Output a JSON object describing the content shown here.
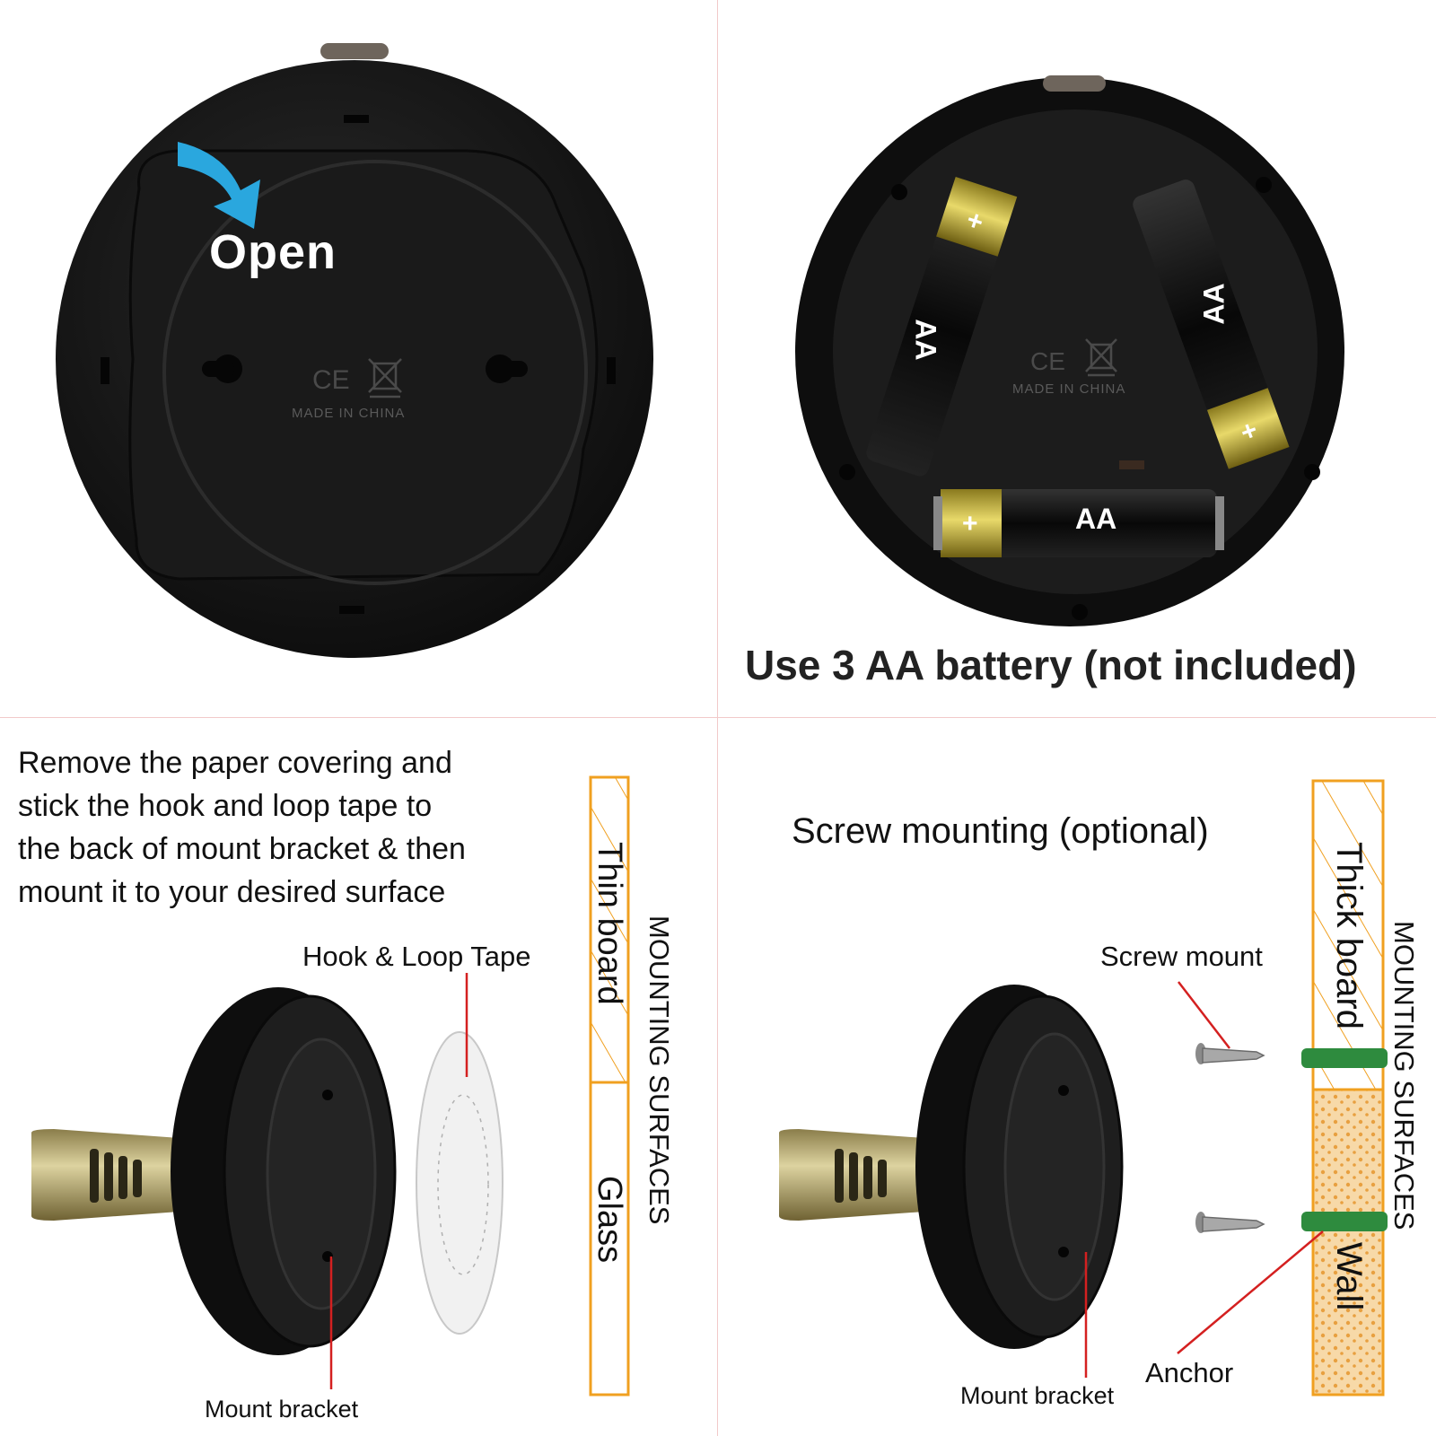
{
  "panel_top_left": {
    "open_label": "Open",
    "marking": "MADE IN CHINA"
  },
  "panel_top_right": {
    "battery_labels": [
      "AA",
      "AA",
      "AA"
    ],
    "marking": "MADE IN CHINA",
    "caption": "Use 3 AA battery (not included)"
  },
  "panel_bottom_left": {
    "instructions": [
      "Remove the paper covering and",
      "stick the hook and loop tape to",
      "the back of mount bracket & then",
      "mount it to your desired surface"
    ],
    "tape_label": "Hook & Loop Tape",
    "bracket_label": "Mount bracket",
    "surface_thin": "Thin board",
    "surface_glass": "Glass",
    "surfaces_title": "MOUNTING SURFACES"
  },
  "panel_bottom_right": {
    "title": "Screw mounting (optional)",
    "screw_label": "Screw mount",
    "anchor_label": "Anchor",
    "bracket_label": "Mount bracket",
    "surface_thick": "Thick board",
    "surface_wall": "Wall",
    "surfaces_title": "MOUNTING SURFACES"
  },
  "colors": {
    "device_black": "#141414",
    "arrow_blue": "#2aa7de",
    "board_orange": "#f0a020",
    "wall_fill": "#f7d9a8",
    "anchor_green": "#2e8b3e",
    "leader_red": "#d42020",
    "brass": "#b7a66a"
  }
}
